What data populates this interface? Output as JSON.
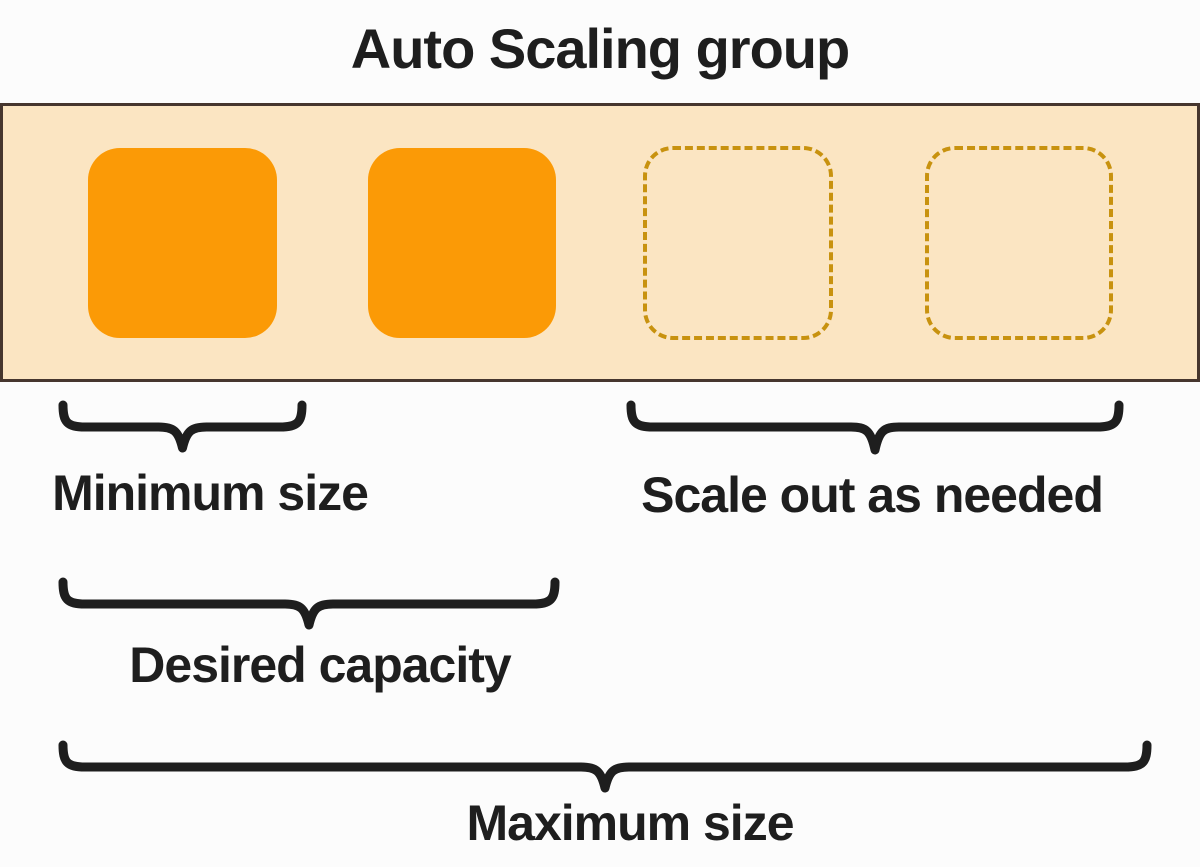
{
  "diagram": {
    "title": "Auto Scaling group",
    "instances": [
      {
        "id": "instance-1",
        "style": "solid"
      },
      {
        "id": "instance-2",
        "style": "solid"
      },
      {
        "id": "instance-3",
        "style": "dashed"
      },
      {
        "id": "instance-4",
        "style": "dashed"
      }
    ],
    "annotations": {
      "minimum": "Minimum size",
      "scale_out": "Scale out as needed",
      "desired": "Desired capacity",
      "maximum": "Maximum size"
    }
  },
  "colors": {
    "instance_fill": "#fb9a06",
    "placeholder_dash": "#c8920f",
    "band_background": "#fbe5c2",
    "band_border": "#46362e",
    "ink": "#1e1e1e",
    "page_background": "#fcfcfc"
  }
}
